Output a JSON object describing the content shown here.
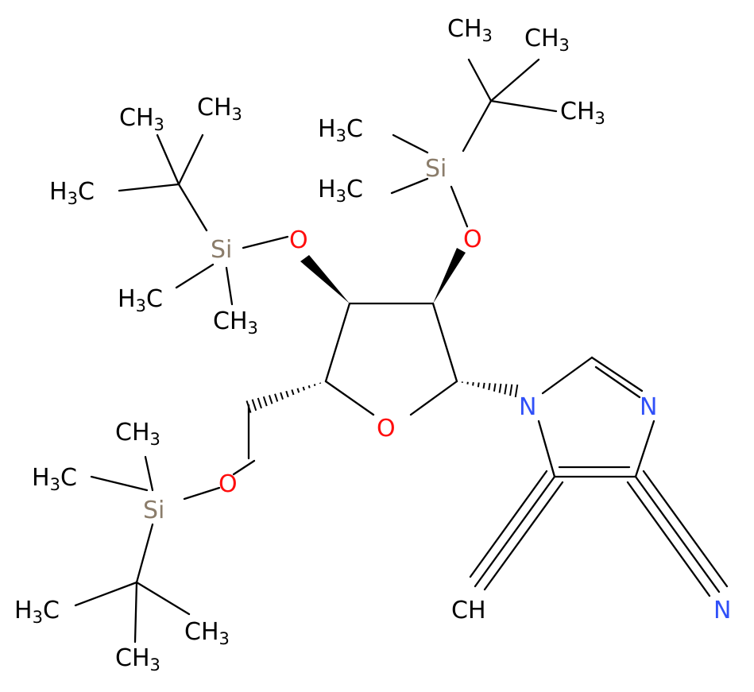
{
  "molecule": {
    "colors": {
      "bond": "#000000",
      "carbon": "#000000",
      "oxygen": "#ff0d0d",
      "nitrogen": "#3050f8",
      "silicon": "#8b7d6b"
    },
    "atoms": {
      "si_top": "Si",
      "si_left": "Si",
      "si_bottom": "Si",
      "o_top": "O",
      "o_left": "O",
      "o_ring": "O",
      "o_bottom": "O",
      "n1": "N",
      "n3": "N",
      "n_nitrile": "N"
    },
    "groups": {
      "top_h3c_upper": [
        "H",
        "3",
        "C"
      ],
      "top_h3c_lower": [
        "H",
        "3",
        "C"
      ],
      "top_ch3_a": [
        "CH",
        "3"
      ],
      "top_ch3_b": [
        "CH",
        "3"
      ],
      "top_ch3_c": [
        "CH",
        "3"
      ],
      "left_ch3_a": [
        "CH",
        "3"
      ],
      "left_ch3_b": [
        "CH",
        "3"
      ],
      "left_h3c_tbu": [
        "H",
        "3",
        "C"
      ],
      "left_h3c_me": [
        "H",
        "3",
        "C"
      ],
      "left_ch3_me": [
        "CH",
        "3"
      ],
      "bottom_ch3_me": [
        "CH",
        "3"
      ],
      "bottom_h3c_me": [
        "H",
        "3",
        "C"
      ],
      "bottom_h3c_tbu": [
        "H",
        "3",
        "C"
      ],
      "bottom_ch3_b": [
        "CH",
        "3"
      ],
      "bottom_ch3_c": [
        "CH",
        "3"
      ],
      "ethynyl": "CH"
    }
  }
}
